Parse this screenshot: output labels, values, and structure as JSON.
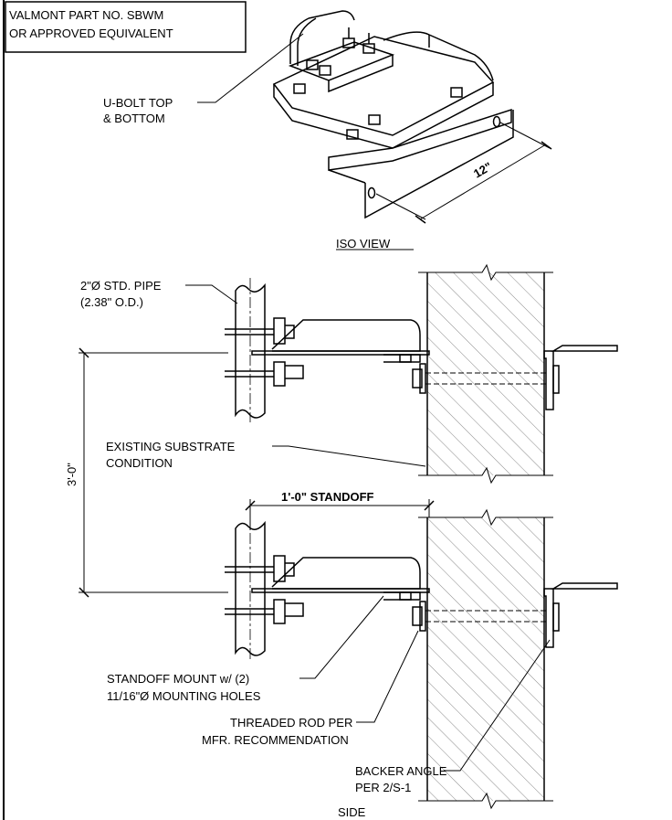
{
  "title_box": {
    "line1": "VALMONT PART NO. SBWM",
    "line2": "OR APPROVED EQUIVALENT"
  },
  "iso": {
    "ubolt_line1": "U-BOLT TOP",
    "ubolt_line2": "& BOTTOM",
    "dimension": "12\"",
    "view_title": "ISO VIEW"
  },
  "side": {
    "pipe_line1": "2\"Ø STD. PIPE",
    "pipe_line2": "(2.38\" O.D.)",
    "vertical_dim": "3'-0\"",
    "substrate_line1": "EXISTING SUBSTRATE",
    "substrate_line2": "CONDITION",
    "standoff_dim": "1'-0\" STANDOFF",
    "mount_line1": "STANDOFF MOUNT w/ (2)",
    "mount_line2": "11/16\"Ø MOUNTING HOLES",
    "rod_line1": "THREADED ROD PER",
    "rod_line2": "MFR. RECOMMENDATION",
    "backer_line1": "BACKER ANGLE",
    "backer_line2": "PER 2/S-1",
    "view_title": "SIDE"
  }
}
